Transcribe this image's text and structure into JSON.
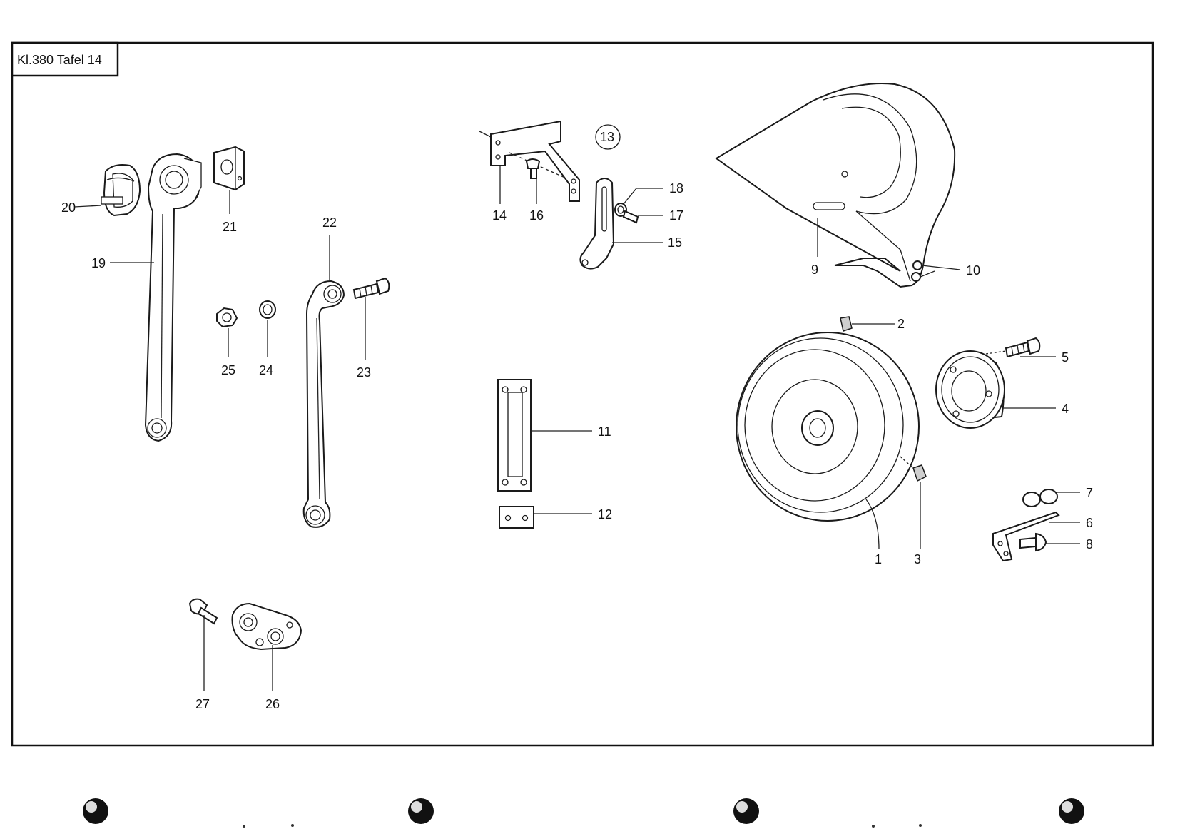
{
  "sheet": {
    "title": "Kl.380 Tafel 14"
  },
  "callouts": {
    "c1": "1",
    "c2": "2",
    "c3": "3",
    "c4": "4",
    "c5": "5",
    "c6": "6",
    "c7": "7",
    "c8": "8",
    "c9": "9",
    "c10": "10",
    "c11": "11",
    "c12": "12",
    "c13": "13",
    "c14": "14",
    "c15": "15",
    "c16": "16",
    "c17": "17",
    "c18": "18",
    "c19": "19",
    "c20": "20",
    "c21": "21",
    "c22": "22",
    "c23": "23",
    "c24": "24",
    "c25": "25",
    "c26": "26",
    "c27": "27"
  }
}
